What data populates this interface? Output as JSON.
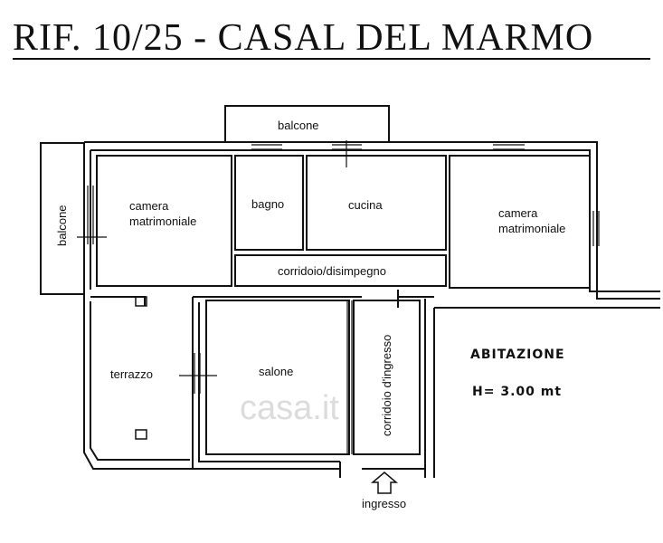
{
  "title": "RIF. 10/25 - CASAL DEL MARMO",
  "watermark": "casa.it",
  "rooms": {
    "balcone_top": "balcone",
    "balcone_left": "balcone",
    "camera_left_1": "camera",
    "camera_left_2": "matrimoniale",
    "bagno": "bagno",
    "cucina": "cucina",
    "camera_right_1": "camera",
    "camera_right_2": "matrimoniale",
    "corridoio": "corridoio/disimpegno",
    "terrazzo": "terrazzo",
    "salone": "salone",
    "corridoio_ingresso": "corridoio d'ingresso",
    "ingresso": "ingresso"
  },
  "info": {
    "abitazione": "ABITAZIONE",
    "altezza": "H= 3.00 mt"
  }
}
